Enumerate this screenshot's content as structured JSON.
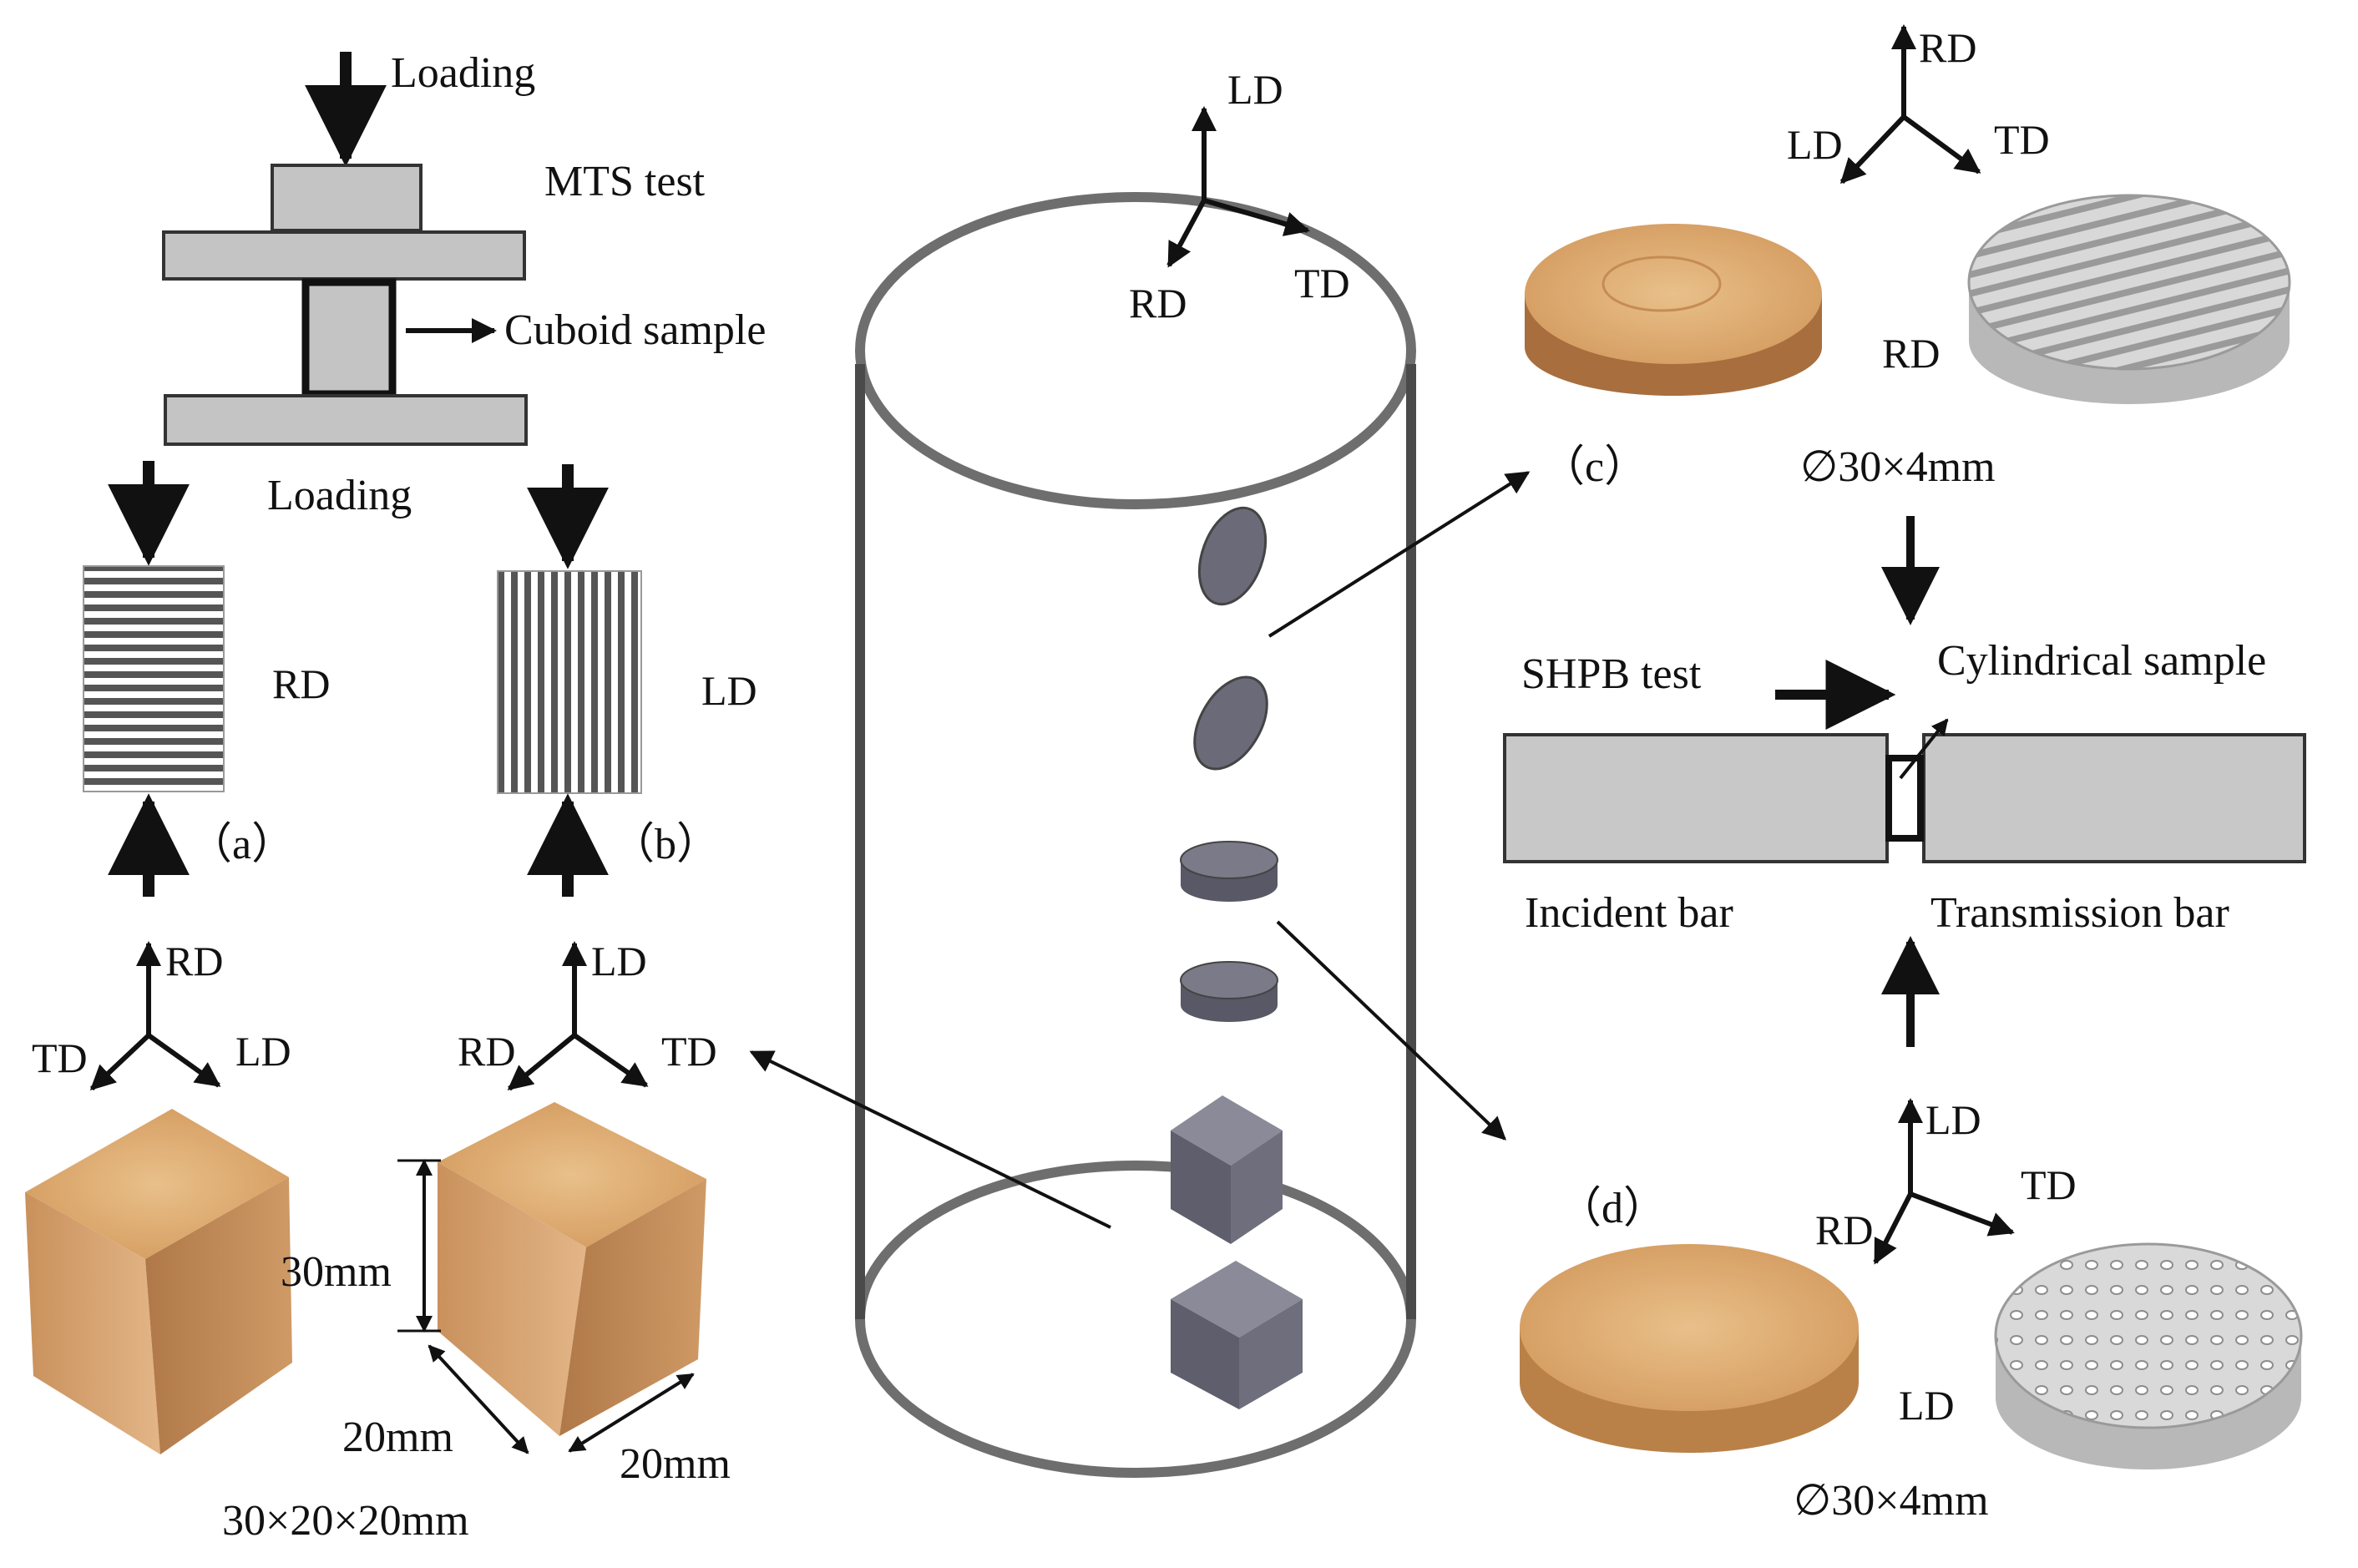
{
  "mts": {
    "loading_top": "Loading",
    "title": "MTS test",
    "sample": "Cuboid sample",
    "loading_bottom": "Loading"
  },
  "panel_a": {
    "label": "（a）",
    "direction": "RD"
  },
  "panel_b": {
    "label": "（b）",
    "direction": "LD"
  },
  "axes": {
    "cube_a": [
      "RD",
      "TD",
      "LD"
    ],
    "cube_b": [
      "LD",
      "RD",
      "TD"
    ],
    "cylinder": [
      "LD",
      "RD",
      "TD"
    ],
    "disk_c": [
      "RD",
      "LD",
      "TD"
    ],
    "disk_d": [
      "LD",
      "RD",
      "TD"
    ]
  },
  "cube_dims": {
    "height": "30mm",
    "depth": "20mm",
    "width": "20mm",
    "size": "30×20×20mm"
  },
  "panel_c": {
    "label": "（c）",
    "face": "RD",
    "size": "∅30×4mm"
  },
  "panel_d": {
    "label": "（d）",
    "face": "LD",
    "size": "∅30×4mm"
  },
  "shpb": {
    "title": "SHPB test",
    "sample": "Cylindrical sample",
    "incident": "Incident bar",
    "transmission": "Transmission bar"
  },
  "colors": {
    "wood": "#d9a06a",
    "grey_part": "#6a6a78",
    "bar": "#c8c8c8"
  }
}
